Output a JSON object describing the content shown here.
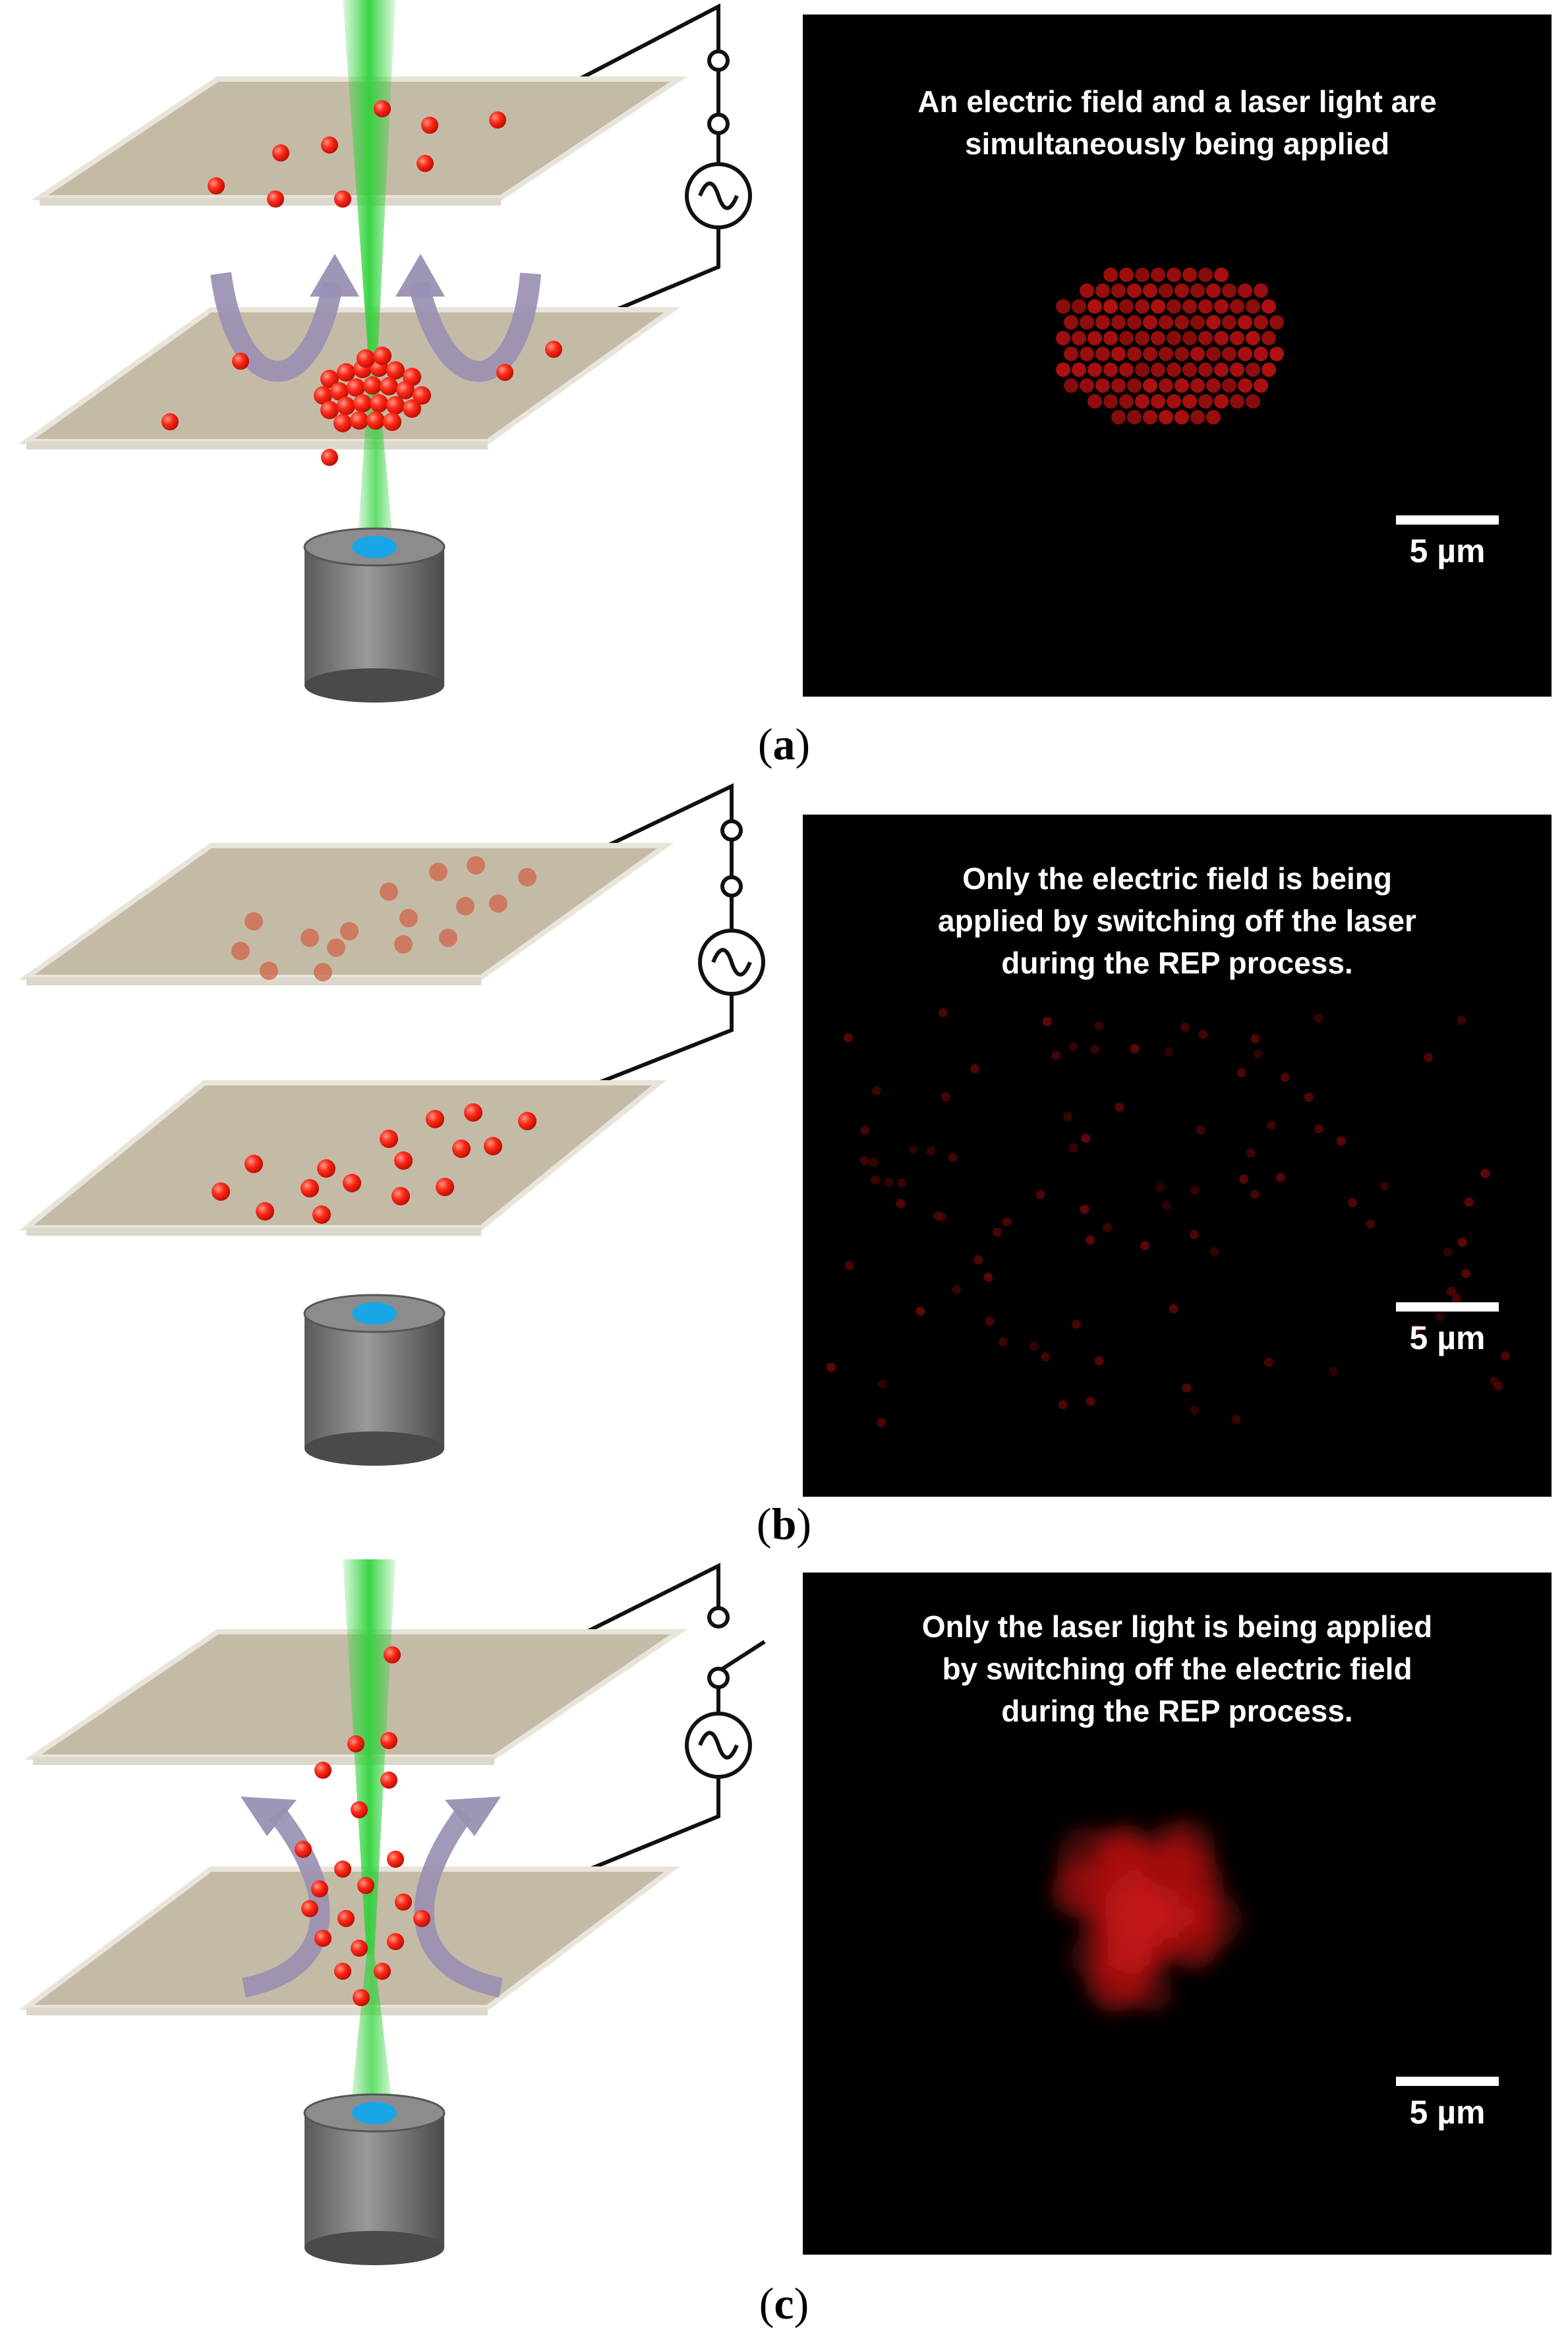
{
  "panels": [
    {
      "id": "a",
      "label": "a",
      "caption": "An electric field and a laser light are\nsimultaneously being applied",
      "scalebar": "5 µm",
      "laser_on": true,
      "field_on": true,
      "switch_closed": true
    },
    {
      "id": "b",
      "label": "b",
      "caption": "Only the electric field is being\napplied by switching off the laser\nduring the REP process.",
      "scalebar": "5 µm",
      "laser_on": false,
      "field_on": true,
      "switch_closed": true
    },
    {
      "id": "c",
      "label": "c",
      "caption": "Only the laser light is being applied\nby switching off the electric field\nduring the REP process.",
      "scalebar": "5 µm",
      "laser_on": true,
      "field_on": false,
      "switch_closed": false
    }
  ],
  "colors": {
    "plate": "#c4bba6",
    "particle": "#ff2a1a",
    "laser": "#2fd23a",
    "objective": "#707070",
    "lens": "#1aa6e6",
    "arrow": "#9a8fb2",
    "micro_bg": "#000000"
  }
}
